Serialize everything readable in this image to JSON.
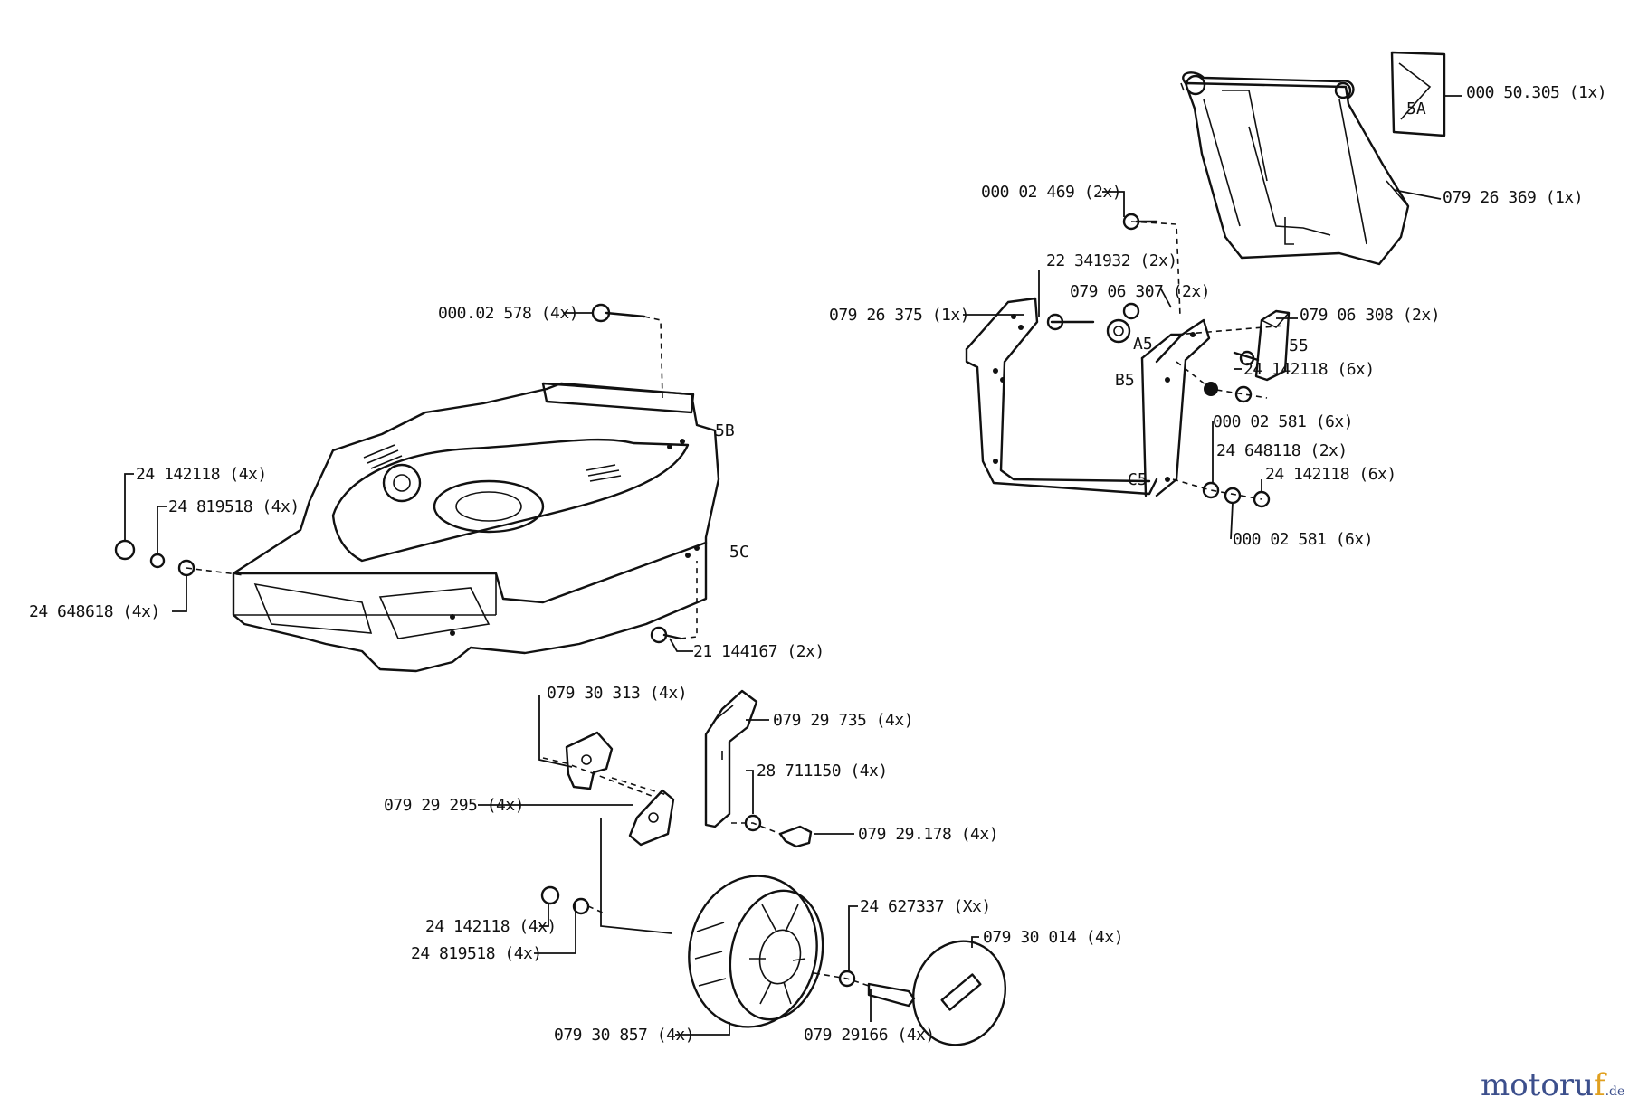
{
  "parts": {
    "bag_label": "000 50.305  (1x)",
    "grass_catcher": "079 26 369  (1x)",
    "screw_top": "000 02 469  (2x)",
    "screw_right_1": "22 341932  (2x)",
    "clip_1": "079 06 307  (2x)",
    "clip_2": "079 06 308  (2x)",
    "frame": "079 26 375  (1x)",
    "nut_6a": "24 142118  (6x)",
    "screw_6a": "000 02 581  (6x)",
    "washer_2x": "24 648118  (2x)",
    "nut_6b": "24 142118  (6x)",
    "screw_6b": "000 02 581  (6x)",
    "deck_screw": "000.02 578  (4x)",
    "nut_left": "24 142118  (4x)",
    "washer_left": "24 819518  (4x)",
    "washer_left2": "24 648618  (4x)",
    "deck_screw2": "21 144167  (2x)",
    "bracket": "079 30 313  (4x)",
    "height_lever": "079 29 735  (4x)",
    "spring": "28 711150  (4x)",
    "axle_plate": "079 29 295  (4x)",
    "axle_bolt": "079 29.178  (4x)",
    "nut_bottom": "24 142118  (4x)",
    "washer_bottom": "24 819518  (4x)",
    "wheel_washer": "24 627337  (Xx)",
    "hub_cap": "079 30 014  (4x)",
    "wheel": "079 30 857  (4x)",
    "wheel_bolt": "079 29166  (4x)"
  },
  "markers": {
    "a_top": "5A",
    "b_deck": "5B",
    "c_deck": "5C",
    "a_frame": "A5",
    "b_frame": "B5",
    "c_frame": "C5",
    "s_clip": "55"
  },
  "watermark": {
    "moto": "moto",
    "ru": "ru",
    "f": "f",
    "de": ".de"
  },
  "colors": {
    "line": "#111111",
    "watermark": "#3c4f8c",
    "watermark_accent": "#e0a020"
  }
}
